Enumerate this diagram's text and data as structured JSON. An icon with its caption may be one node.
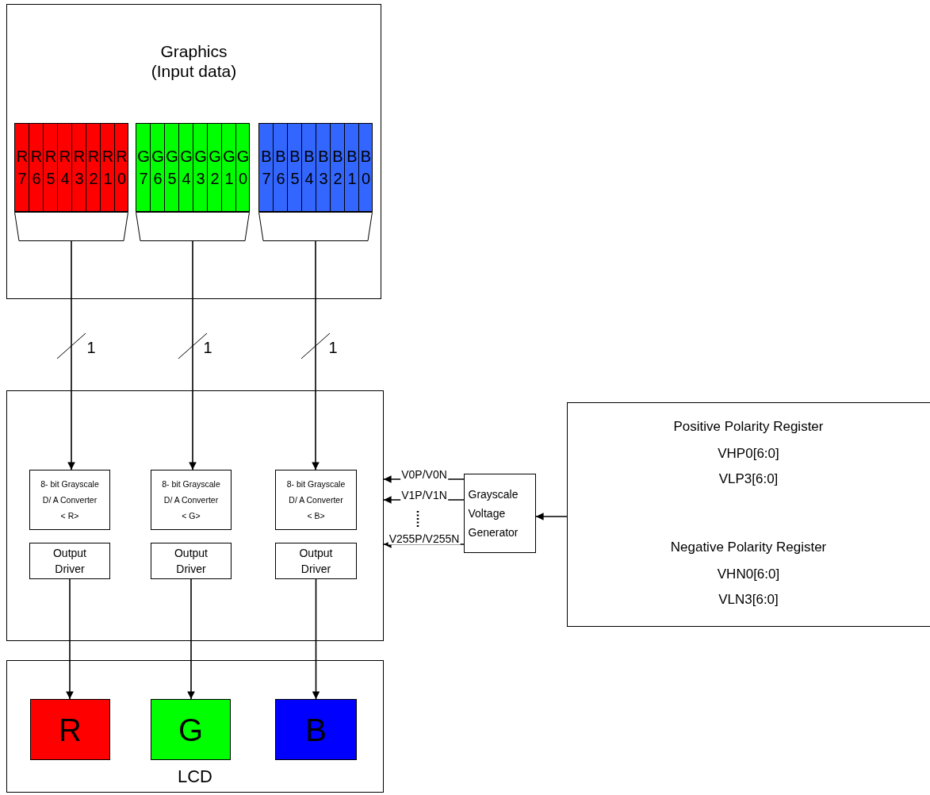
{
  "diagram": {
    "nodes": [
      {
        "text": [
          "Graphics (Input data)"
        ]
      },
      {
        "text": [
          "R 7"
        ],
        "in": 0
      },
      {
        "text": [
          "R 6"
        ],
        "in": 0
      },
      {
        "text": [
          "R 5"
        ],
        "in": 0
      },
      {
        "text": [
          "R 4"
        ],
        "in": 0
      },
      {
        "text": [
          "R 3"
        ],
        "in": 0
      },
      {
        "text": [
          "R 2"
        ],
        "in": 0
      },
      {
        "text": [
          "R 1"
        ],
        "in": 0
      },
      {
        "text": [
          "R 0"
        ],
        "in": 0
      },
      {
        "text": [
          "G 7"
        ],
        "in": 0
      },
      {
        "text": [
          "G 6"
        ],
        "in": 0
      },
      {
        "text": [
          "G 5"
        ],
        "in": 0
      },
      {
        "text": [
          "G 4"
        ],
        "in": 0
      },
      {
        "text": [
          "G 3"
        ],
        "in": 0
      },
      {
        "text": [
          "G 2"
        ],
        "in": 0
      },
      {
        "text": [
          "G 1"
        ],
        "in": 0
      },
      {
        "text": [
          "G 0"
        ],
        "in": 0
      },
      {
        "text": [
          "B 7"
        ],
        "in": 0
      },
      {
        "text": [
          "B 6"
        ],
        "in": 0
      },
      {
        "text": [
          "B 5"
        ],
        "in": 0
      },
      {
        "text": [
          "B 4"
        ],
        "in": 0
      },
      {
        "text": [
          "B 3"
        ],
        "in": 0
      },
      {
        "text": [
          "B 2"
        ],
        "in": 0
      },
      {
        "text": [
          "B 1"
        ],
        "in": 0
      },
      {
        "text": [
          "B 0"
        ],
        "in": 0
      },
      {
        "text": [],
        "shape": "trapezoid",
        "in": 0
      },
      {
        "text": [],
        "shape": "trapezoid",
        "in": 0
      },
      {
        "text": [],
        "shape": "trapezoid",
        "in": 0
      },
      {
        "text": [],
        "shape": "box"
      },
      {
        "text": [
          "8- bit Grayscale D/ A Converter < R>"
        ],
        "in": 28
      },
      {
        "text": [
          "8- bit Grayscale D/ A Converter < G>"
        ],
        "in": 28
      },
      {
        "text": [
          "8- bit Grayscale D/ A Converter < B>"
        ],
        "in": 28
      },
      {
        "text": [
          "Output Driver"
        ],
        "in": 28
      },
      {
        "text": [
          "Output Driver"
        ],
        "in": 28
      },
      {
        "text": [
          "Output Driver"
        ],
        "in": 28
      },
      {
        "text": [
          "Grayscale Voltage Generator"
        ]
      },
      {
        "text": [
          "Positive Polarity Register",
          "VHP0[6:0]",
          "VLP3[6:0]",
          "Negative Polarity Register",
          "VHN0[6:0]",
          "VLN3[6:0]"
        ]
      },
      {
        "text": [
          "LCD"
        ]
      },
      {
        "text": [
          "R"
        ],
        "in": 37
      },
      {
        "text": [
          "G"
        ],
        "in": 37
      },
      {
        "text": [
          "B"
        ],
        "in": 37
      }
    ],
    "edges": [
      {
        "from": 25,
        "to": 29,
        "arrow": "to",
        "label": "1"
      },
      {
        "from": 26,
        "to": 30,
        "arrow": "to",
        "label": "1"
      },
      {
        "from": 27,
        "to": 31,
        "arrow": "to",
        "label": "1"
      },
      {
        "from": 35,
        "to": 28,
        "arrow": "to",
        "label": "V0P/V0N"
      },
      {
        "from": 35,
        "to": 28,
        "arrow": "to",
        "label": "V1P/V1N"
      },
      {
        "from": 35,
        "to": 28,
        "arrow": "to",
        "label": "V255P/V255N"
      },
      {
        "from": 36,
        "to": 35,
        "arrow": "to"
      },
      {
        "from": 32,
        "to": 38,
        "arrow": "to"
      },
      {
        "from": 33,
        "to": 39,
        "arrow": "to"
      },
      {
        "from": 34,
        "to": 40,
        "arrow": "to"
      }
    ]
  }
}
